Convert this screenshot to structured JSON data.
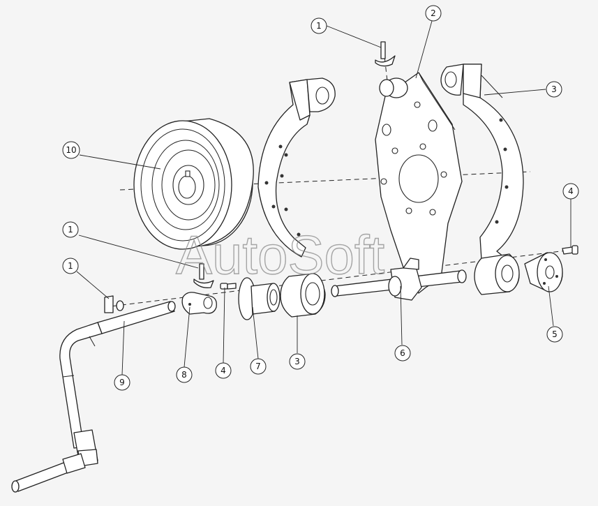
{
  "watermark": "AutoSoft",
  "callouts": [
    "1",
    "2",
    "3",
    "1",
    "1",
    "10",
    "4",
    "8",
    "4",
    "7",
    "3",
    "6",
    "5",
    "9"
  ]
}
